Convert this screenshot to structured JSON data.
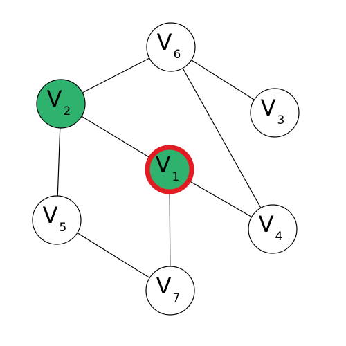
{
  "graph": {
    "nodes": [
      {
        "id": "v1",
        "letter": "V",
        "index": "1",
        "fill": "#2eb26e",
        "ring": "#e31b23",
        "highlight": "selected"
      },
      {
        "id": "v2",
        "letter": "V",
        "index": "2",
        "fill": "#2eb26e",
        "ring": null,
        "highlight": "visited"
      },
      {
        "id": "v3",
        "letter": "V",
        "index": "3",
        "fill": "#ffffff",
        "ring": null,
        "highlight": "none"
      },
      {
        "id": "v4",
        "letter": "V",
        "index": "4",
        "fill": "#ffffff",
        "ring": null,
        "highlight": "none"
      },
      {
        "id": "v5",
        "letter": "V",
        "index": "5",
        "fill": "#ffffff",
        "ring": null,
        "highlight": "none"
      },
      {
        "id": "v6",
        "letter": "V",
        "index": "6",
        "fill": "#ffffff",
        "ring": null,
        "highlight": "none"
      },
      {
        "id": "v7",
        "letter": "V",
        "index": "7",
        "fill": "#ffffff",
        "ring": null,
        "highlight": "none"
      }
    ],
    "edges": [
      [
        "v6",
        "v2"
      ],
      [
        "v6",
        "v3"
      ],
      [
        "v6",
        "v4"
      ],
      [
        "v2",
        "v1"
      ],
      [
        "v2",
        "v5"
      ],
      [
        "v1",
        "v4"
      ],
      [
        "v1",
        "v7"
      ],
      [
        "v5",
        "v7"
      ]
    ],
    "colors": {
      "edge": "#000000",
      "node_stroke": "#000000",
      "visited_fill": "#2eb26e",
      "selected_ring": "#e31b23"
    }
  }
}
